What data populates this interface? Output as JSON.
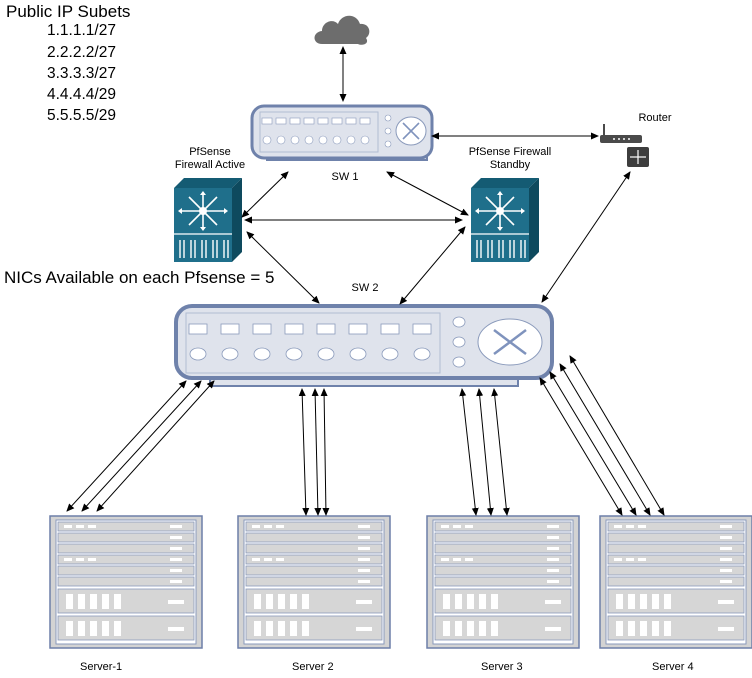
{
  "subnets": {
    "title": "Public IP Subets",
    "items": [
      "1.1.1.1/27",
      "2.2.2.2/27",
      "3.3.3.3/27",
      "4.4.4.4/29",
      "5.5.5.5/29"
    ]
  },
  "nics_note": "NICs Available on each Pfsense = 5",
  "nodes": {
    "sw1": "SW 1",
    "sw2": "SW 2",
    "router": "Router",
    "fw_active": [
      "PfSense",
      "Firewall Active"
    ],
    "fw_standby": [
      "PfSense Firewall",
      "Standby"
    ]
  },
  "servers": [
    "Server-1",
    "Server 2",
    "Server 3",
    "Server 4"
  ],
  "colors": {
    "switch_fill": "#dfe3ec",
    "switch_stroke": "#6f82ab",
    "firewall_blue": "#1f6f8b",
    "firewall_dark": "#0e4a5e",
    "rack_fill": "#d3d3d3",
    "rack_stroke": "#5f77a6",
    "cloud": "#6d6d6d",
    "router_dark": "#4a4a4a"
  },
  "icons": [
    "cloud-icon",
    "router-icon",
    "switch-icon",
    "firewall-icon",
    "server-rack-icon"
  ]
}
